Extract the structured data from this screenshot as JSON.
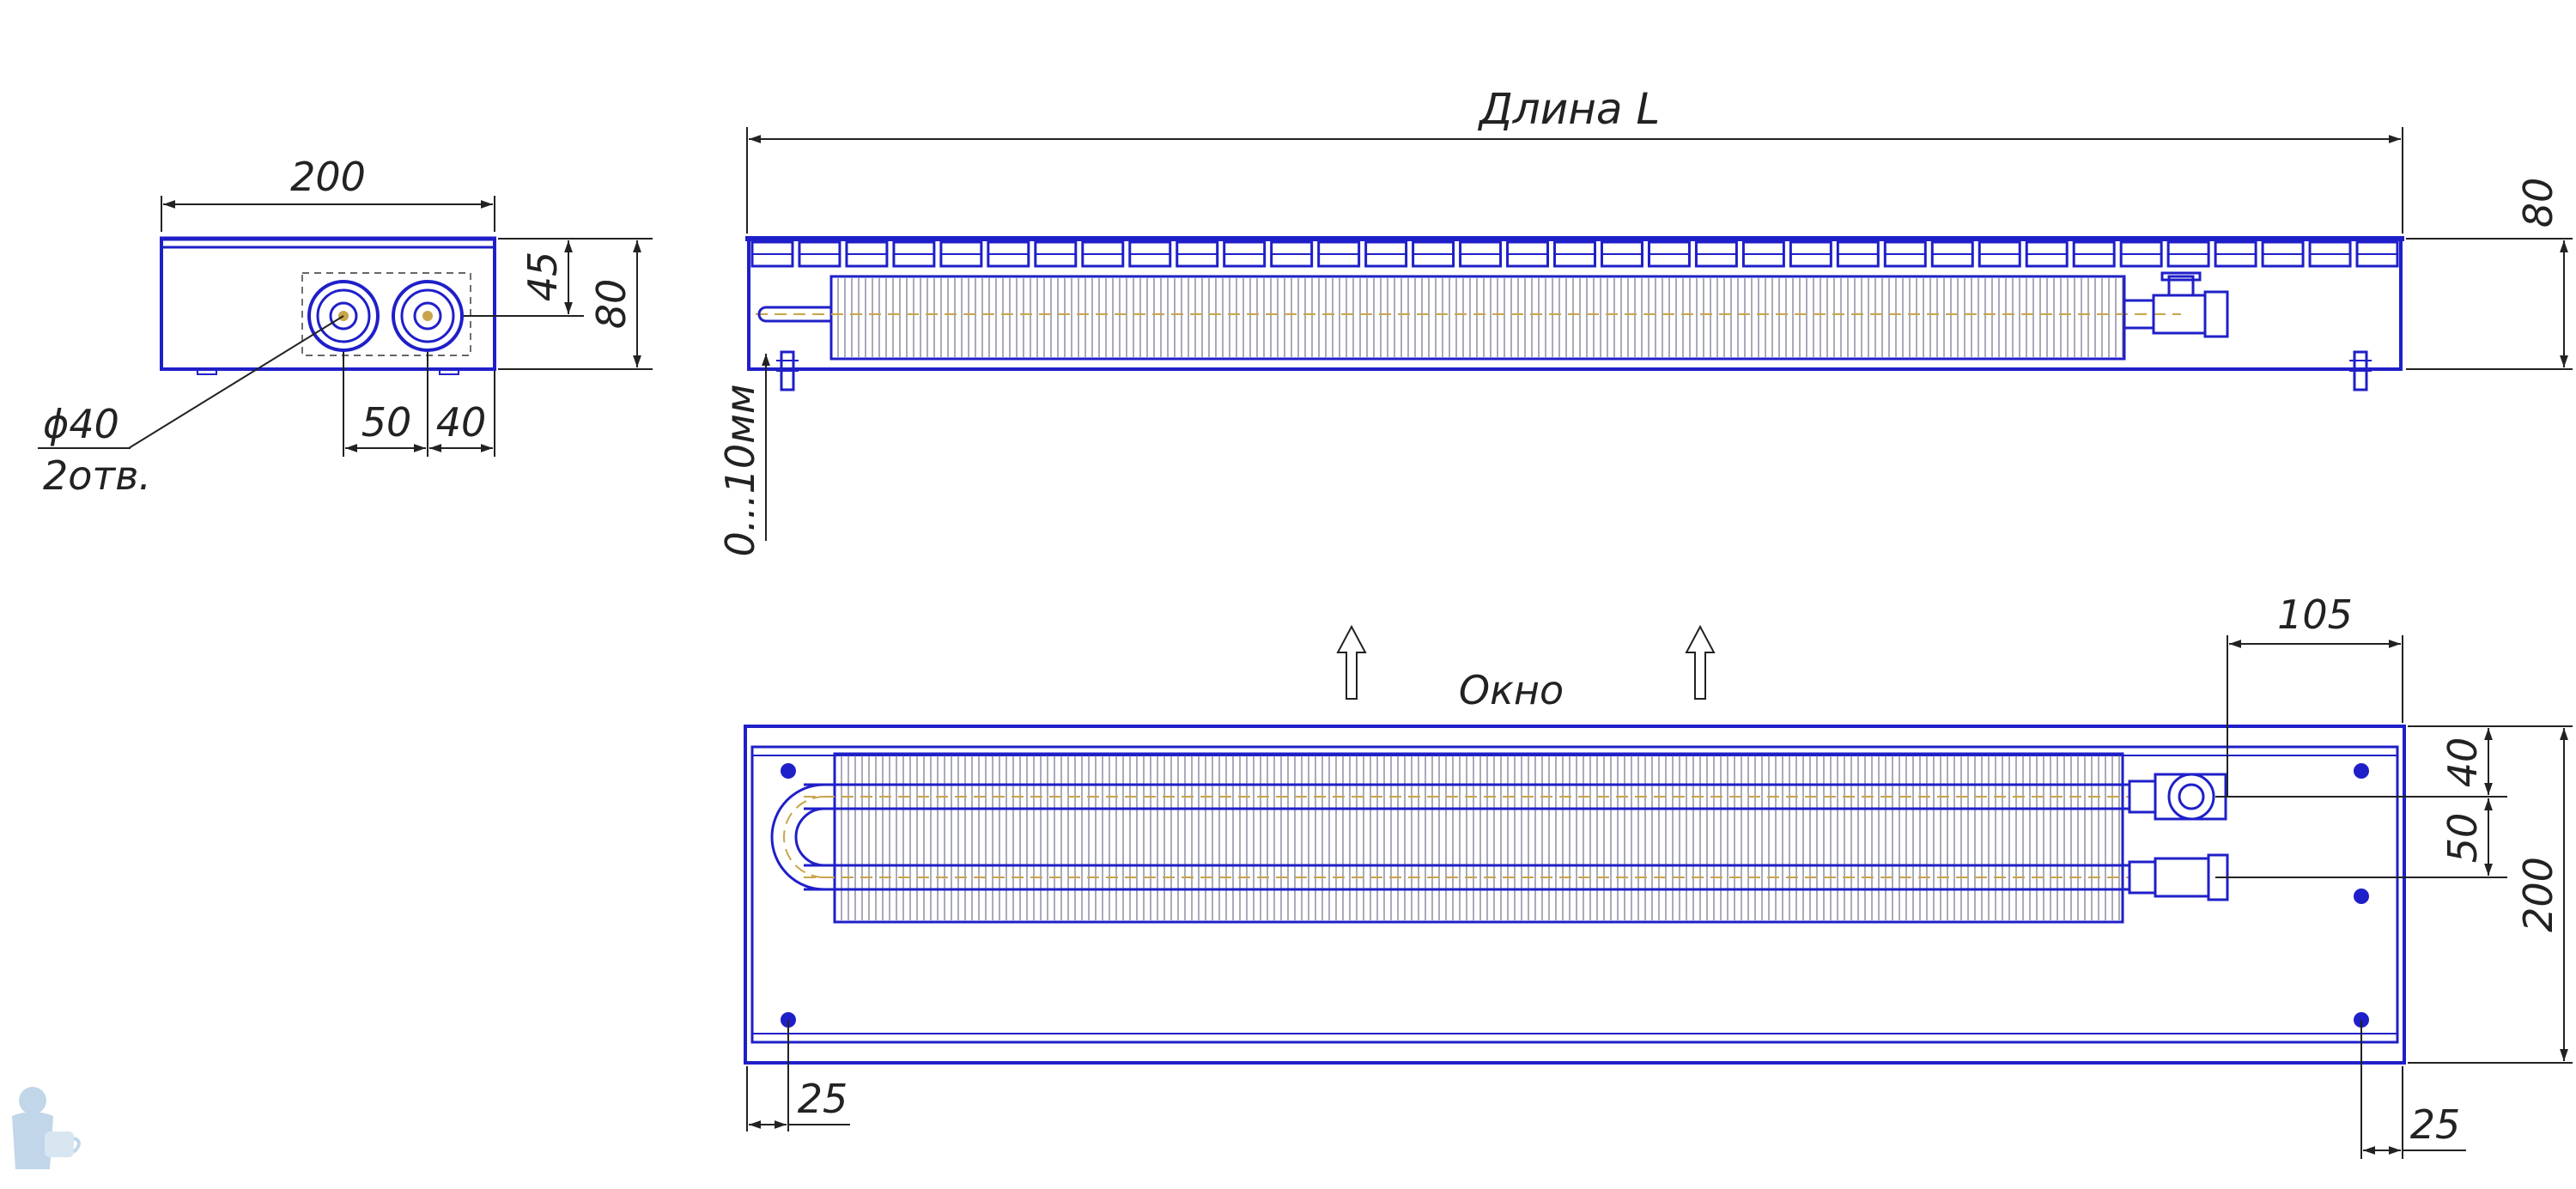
{
  "colors": {
    "outline": "#1f1fc9",
    "dimension": "#222222",
    "pipe_core": "#c9a44a",
    "background": "#ffffff"
  },
  "side_view": {
    "width_label": "200",
    "height_label": "80",
    "top_label": "45",
    "spacing_label": "50",
    "edge_label": "40",
    "hole_diameter_label": "ϕ40",
    "hole_count_label": "2отв."
  },
  "front_view": {
    "length_label": "Длина L",
    "height_label": "80",
    "adjust_label": "0...10мм"
  },
  "top_view": {
    "window_label": "Окно",
    "offset_label": "105",
    "upper_label": "40",
    "spacing_label": "50",
    "depth_label": "200",
    "left_margin_label": "25",
    "right_margin_label": "25"
  }
}
